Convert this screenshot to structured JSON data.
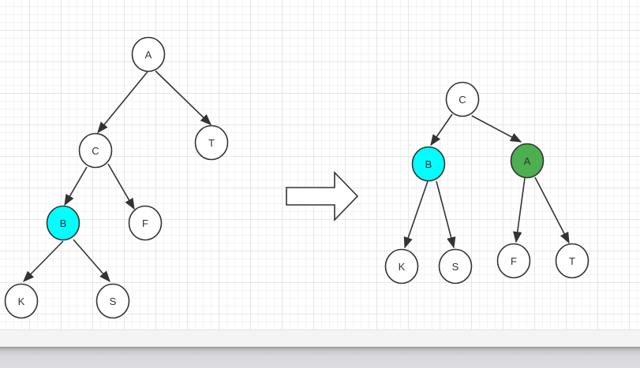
{
  "diagram": {
    "before_tree": {
      "nodes": {
        "A": {
          "label": "A",
          "fill": "#ffffff"
        },
        "C": {
          "label": "C",
          "fill": "#ffffff"
        },
        "T": {
          "label": "T",
          "fill": "#ffffff"
        },
        "B": {
          "label": "B",
          "fill": "#00ffff"
        },
        "F": {
          "label": "F",
          "fill": "#ffffff"
        },
        "K": {
          "label": "K",
          "fill": "#ffffff"
        },
        "S": {
          "label": "S",
          "fill": "#ffffff"
        }
      },
      "edges": [
        [
          "A",
          "C"
        ],
        [
          "A",
          "T"
        ],
        [
          "C",
          "B"
        ],
        [
          "C",
          "F"
        ],
        [
          "B",
          "K"
        ],
        [
          "B",
          "S"
        ]
      ]
    },
    "after_tree": {
      "nodes": {
        "C": {
          "label": "C",
          "fill": "#ffffff"
        },
        "B": {
          "label": "B",
          "fill": "#00ffff"
        },
        "A": {
          "label": "A",
          "fill": "#4caf50"
        },
        "K": {
          "label": "K",
          "fill": "#ffffff"
        },
        "S": {
          "label": "S",
          "fill": "#ffffff"
        },
        "F": {
          "label": "F",
          "fill": "#ffffff"
        },
        "T": {
          "label": "T",
          "fill": "#ffffff"
        }
      },
      "edges": [
        [
          "C",
          "B"
        ],
        [
          "C",
          "A"
        ],
        [
          "B",
          "K"
        ],
        [
          "B",
          "S"
        ],
        [
          "A",
          "F"
        ],
        [
          "A",
          "T"
        ]
      ]
    },
    "colors": {
      "stroke": "#333333",
      "highlight_cyan": "#00ffff",
      "highlight_green": "#4caf50"
    }
  }
}
